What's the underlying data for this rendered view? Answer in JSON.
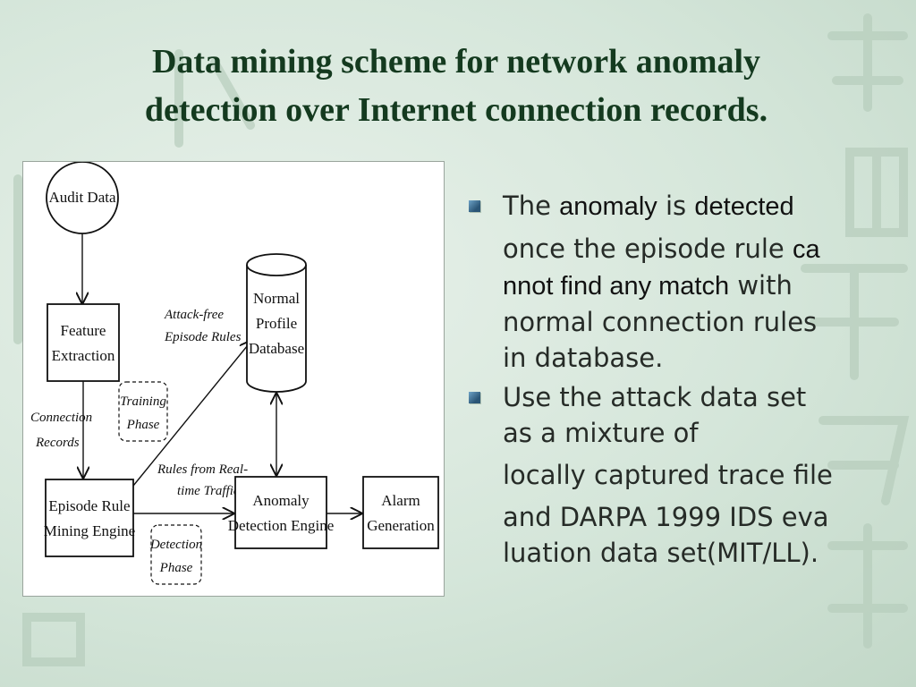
{
  "title": {
    "line1": "Data mining scheme for network anomaly",
    "line2": "detection over Internet connection records."
  },
  "diagram": {
    "nodes": {
      "audit_data": "Audit Data",
      "feature_extraction": [
        "Feature",
        "Extraction"
      ],
      "normal_profile_db": [
        "Normal",
        "Profile",
        "Database"
      ],
      "episode_rule_engine": [
        "Episode Rule",
        "Mining Engine"
      ],
      "anomaly_detection_engine": [
        "Anomaly",
        "Detection Engine"
      ],
      "alarm_generation": [
        "Alarm",
        "Generation"
      ]
    },
    "labels": {
      "connection_records": [
        "Connection",
        "Records"
      ],
      "training_phase": [
        "Training",
        "Phase"
      ],
      "attack_free_rules": [
        "Attack-free",
        "Episode Rules"
      ],
      "realtime_rules": [
        "Rules from Real-",
        "time Traffic"
      ],
      "detection_phase": [
        "Detection",
        "Phase"
      ]
    }
  },
  "bullets": [
    {
      "lines": [
        [
          "The ",
          "anomaly",
          " is ",
          "detected"
        ],
        "once the episode rule ",
        "ca",
        "nnot find any match",
        " with",
        "normal connection rules",
        "in database."
      ]
    },
    {
      "lines": [
        "Use the attack data set",
        "as a mixture of",
        "locally captured trace file",
        "and DARPA 1999 IDS eva",
        "luation data set(MIT/LL)."
      ]
    }
  ]
}
